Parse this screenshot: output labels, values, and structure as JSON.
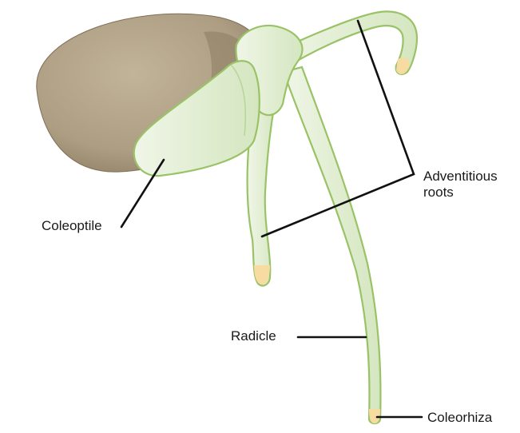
{
  "labels": {
    "coleoptile": "Coleoptile",
    "adventitious_line1": "Adventitious",
    "adventitious_line2": "roots",
    "radicle": "Radicle",
    "coleorhiza": "Coleorhiza"
  },
  "colors": {
    "seed": "#b3a48a",
    "seed_shadow": "#8e7f66",
    "plant_fill": "#e4efd8",
    "plant_outline": "#9ac266",
    "tip": "#f7dba0",
    "leader_line": "#111111",
    "text": "#1a1a1a"
  }
}
